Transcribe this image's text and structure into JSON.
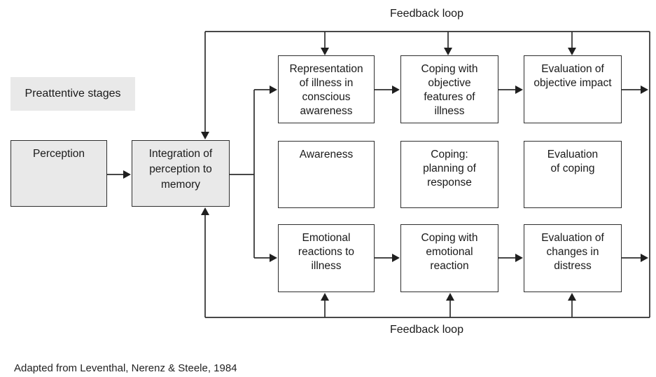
{
  "diagram": {
    "caption": "Adapted from Leventhal, Nerenz & Steele, 1984",
    "feedback_loop_top": "Feedback loop",
    "feedback_loop_bottom": "Feedback loop",
    "preattentive_label": "Preattentive stages",
    "colors": {
      "background": "#ffffff",
      "shaded_fill": "#e9e9e9",
      "box_border": "#2e2e2e",
      "connector_line": "#2e2e2e",
      "text": "#1a1a1a"
    },
    "nodes": {
      "perception": "Perception",
      "integration": "Integration of\nperception to\nmemory",
      "representation": "Representation\nof illness in\nconscious\nawareness",
      "coping_objective": "Coping with\nobjective\nfeatures of\nillness",
      "evaluation_objective": "Evaluation of\nobjective impact",
      "awareness": "Awareness",
      "coping_planning": "Coping:\nplanning of\nresponse",
      "evaluation_coping": "Evaluation\nof coping",
      "emotional": "Emotional\nreactions to\nillness",
      "coping_emotional": "Coping with\nemotional\nreaction",
      "evaluation_distress": "Evaluation of\nchanges in\ndistress"
    }
  }
}
